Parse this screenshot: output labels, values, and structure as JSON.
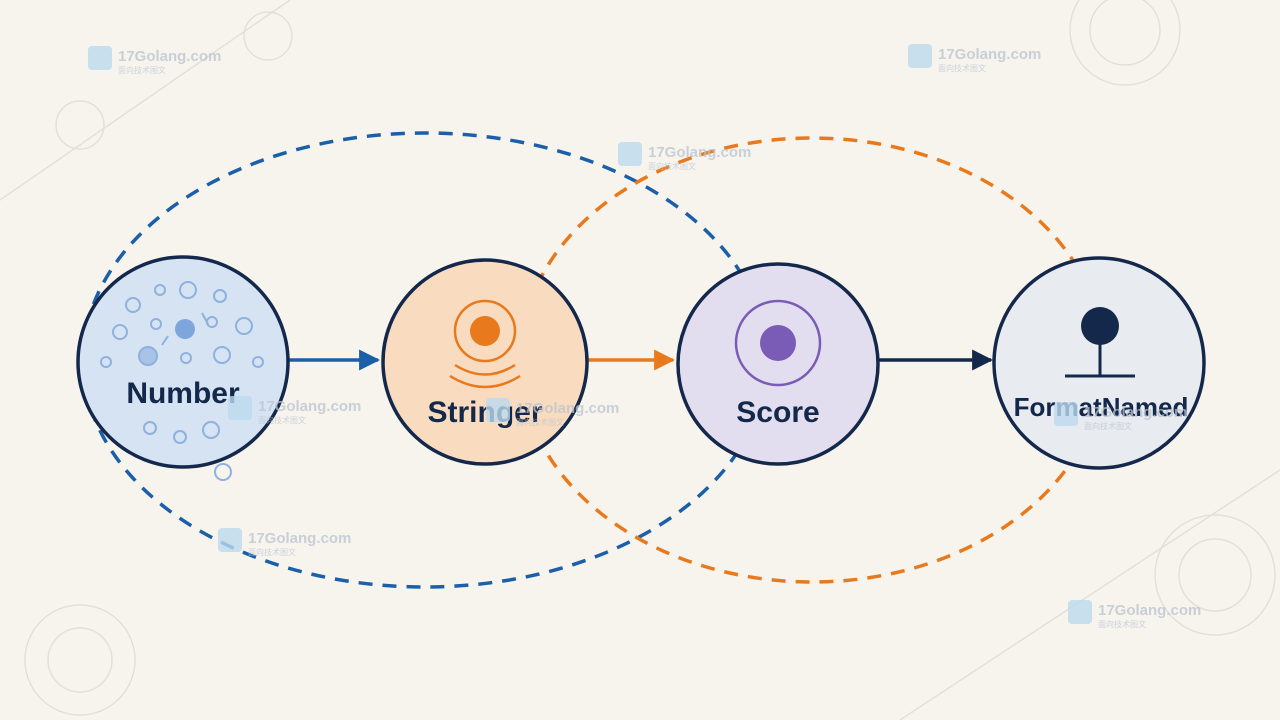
{
  "diagram": {
    "nodes": [
      {
        "id": "number",
        "label": "Number",
        "fill": "#d6e3f3",
        "icon": "bubbles-icon"
      },
      {
        "id": "stringer",
        "label": "Stringer",
        "fill": "#f9dcc0",
        "icon": "signal-icon"
      },
      {
        "id": "score",
        "label": "Score",
        "fill": "#e2def0",
        "icon": "target-icon"
      },
      {
        "id": "formatnamed",
        "label": "FormatNamed",
        "fill": "#e8ebef",
        "icon": "pin-icon"
      }
    ],
    "edges": [
      {
        "from": "number",
        "to": "stringer",
        "color": "#1a5fa8"
      },
      {
        "from": "stringer",
        "to": "score",
        "color": "#e8791c"
      },
      {
        "from": "score",
        "to": "formatnamed",
        "color": "#14284b"
      }
    ],
    "loops": [
      {
        "name": "blue-dashed-loop",
        "color": "#1a5fa8"
      },
      {
        "name": "orange-dashed-loop",
        "color": "#e8791c"
      }
    ],
    "outline_color": "#14284b"
  },
  "watermark": {
    "text": "17Golang.com",
    "subtext": "面向技术图文"
  }
}
